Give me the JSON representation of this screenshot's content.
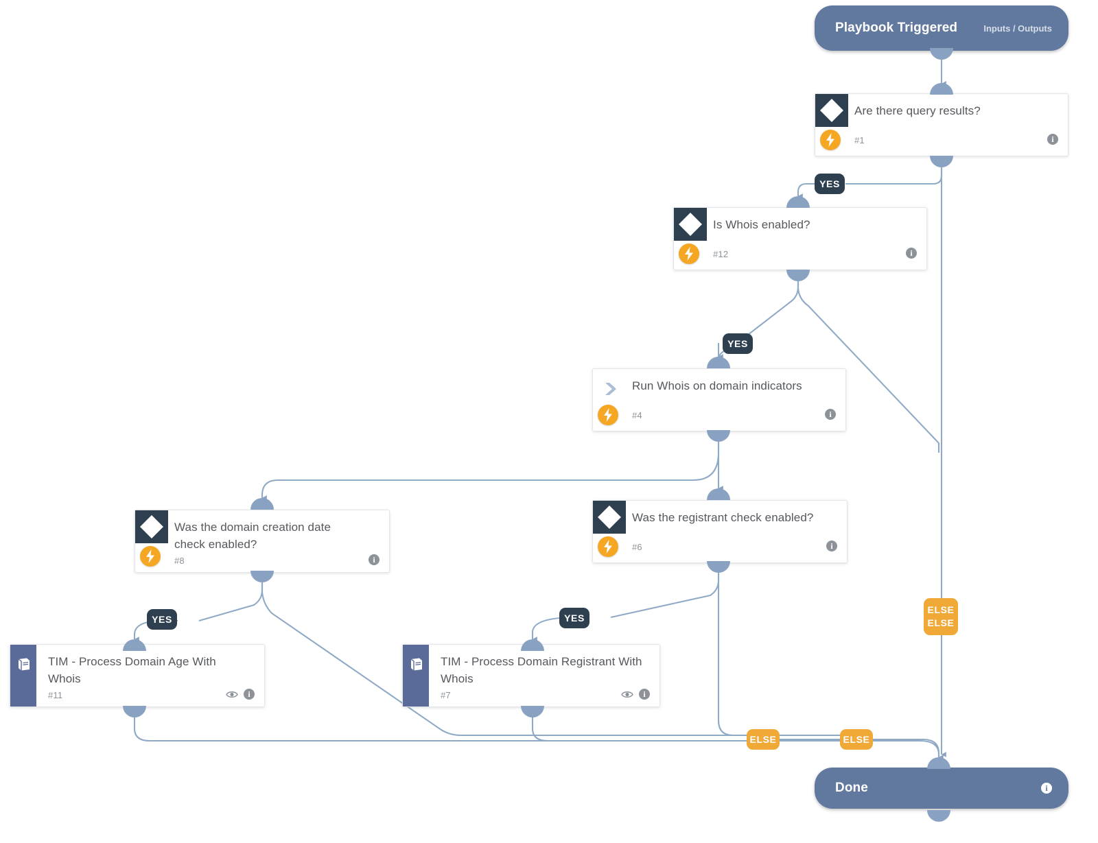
{
  "app": {
    "title": "Playbook Workflow Canvas",
    "canvas_background": "#ffffff",
    "edge_color": "#8faac6",
    "accent_else": "#f0a837",
    "accent_yes": "#2e3f50",
    "terminal_color": "#62799f",
    "tim_bar_color": "#5a6b9a",
    "bolt_color": "#f5a623"
  },
  "nodes": {
    "start": {
      "type": "terminal",
      "title": "Playbook Triggered",
      "meta": "Inputs / Outputs",
      "icon": "none"
    },
    "n1": {
      "type": "condition",
      "title": "Are there query results?",
      "id": "#1",
      "icon": "diamond-icon",
      "badge": "lightning-icon",
      "info": "info-icon"
    },
    "n12": {
      "type": "condition",
      "title": "Is Whois enabled?",
      "id": "#12",
      "icon": "diamond-icon",
      "badge": "lightning-icon",
      "info": "info-icon"
    },
    "n4": {
      "type": "command",
      "title": "Run Whois on domain indicators",
      "id": "#4",
      "icon": "chevron-right-icon",
      "badge": "lightning-icon",
      "info": "info-icon"
    },
    "n8": {
      "type": "condition",
      "title": "Was the domain creation date check enabled?",
      "id": "#8",
      "icon": "diamond-icon",
      "badge": "lightning-icon",
      "info": "info-icon"
    },
    "n6": {
      "type": "condition",
      "title": "Was the registrant check enabled?",
      "id": "#6",
      "icon": "diamond-icon",
      "badge": "lightning-icon",
      "info": "info-icon"
    },
    "n11": {
      "type": "sub-playbook",
      "title": "TIM - Process Domain Age With Whois",
      "id": "#11",
      "icon": "book-icon",
      "eye": "eye-icon",
      "info": "info-icon"
    },
    "n7": {
      "type": "sub-playbook",
      "title": "TIM - Process Domain Registrant With Whois",
      "id": "#7",
      "icon": "book-icon",
      "eye": "eye-icon",
      "info": "info-icon"
    },
    "done": {
      "type": "terminal",
      "title": "Done",
      "meta": "",
      "info": "info-icon"
    }
  },
  "branch_labels": {
    "yes_1": "YES",
    "yes_12": "YES",
    "yes_8": "YES",
    "yes_6": "YES",
    "else_right_a": "ELSE",
    "else_right_b": "ELSE",
    "else_mid": "ELSE",
    "else_bottom": "ELSE"
  },
  "edges": [
    {
      "from": "start",
      "to": "n1",
      "label": ""
    },
    {
      "from": "n1",
      "to": "n12",
      "label": "YES"
    },
    {
      "from": "n1",
      "to": "done",
      "label": "ELSE"
    },
    {
      "from": "n12",
      "to": "n4",
      "label": "YES"
    },
    {
      "from": "n12",
      "to": "done",
      "label": "ELSE"
    },
    {
      "from": "n4",
      "to": "n8",
      "label": ""
    },
    {
      "from": "n4",
      "to": "n6",
      "label": ""
    },
    {
      "from": "n8",
      "to": "n11",
      "label": "YES"
    },
    {
      "from": "n8",
      "to": "done",
      "label": "ELSE"
    },
    {
      "from": "n6",
      "to": "n7",
      "label": "YES"
    },
    {
      "from": "n6",
      "to": "done",
      "label": "ELSE"
    },
    {
      "from": "n11",
      "to": "done",
      "label": ""
    },
    {
      "from": "n7",
      "to": "done",
      "label": ""
    }
  ]
}
